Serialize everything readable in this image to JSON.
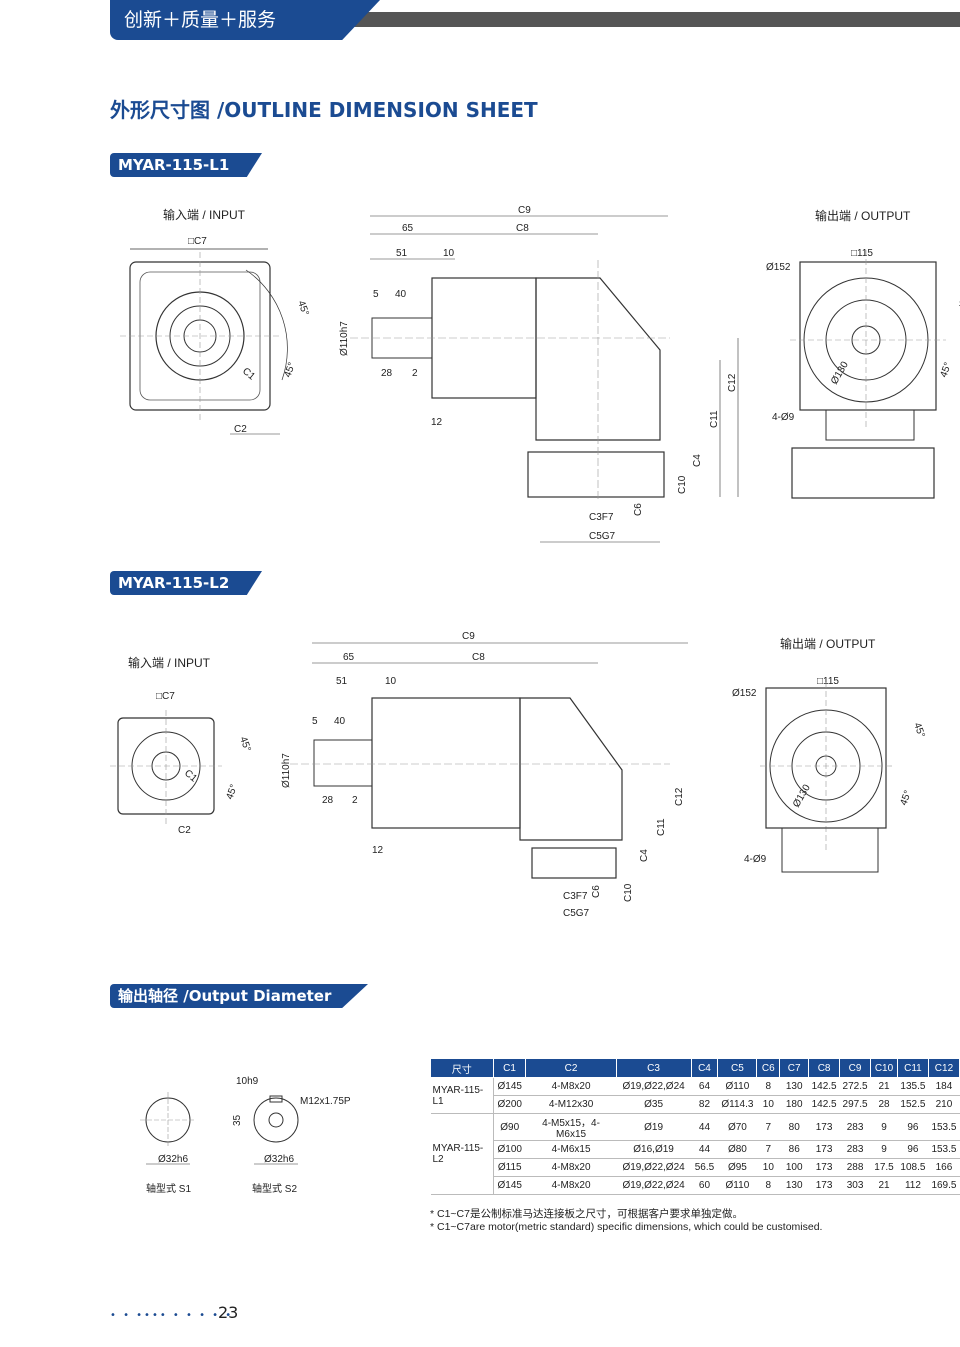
{
  "header": {
    "tagline": "创新＋质量＋服务"
  },
  "page_title": "外形尺寸图 /OUTLINE DIMENSION SHEET",
  "section_l1": {
    "model": "MYAR-115-L1",
    "input_label": "输入端 / INPUT",
    "output_label": "输出端 / OUTPUT",
    "dims": {
      "c7": "□C7",
      "c1": "C1",
      "c2": "C2",
      "a45": "45°",
      "c9": "C9",
      "c8": "C8",
      "d65": "65",
      "d51": "51",
      "d10": "10",
      "d5": "5",
      "d40": "40",
      "d110": "Ø110h7",
      "d28": "28",
      "d2": "2",
      "d12": "12",
      "c12": "C12",
      "c11": "C11",
      "c4": "C4",
      "c10": "C10",
      "c6": "C6",
      "c3": "C3F7",
      "c5": "C5G7",
      "d152": "Ø152",
      "sq115": "□115",
      "d130": "Ø130",
      "h49": "4-Ø9"
    }
  },
  "section_l2": {
    "model": "MYAR-115-L2",
    "input_label": "输入端 / INPUT",
    "output_label": "输出端 / OUTPUT"
  },
  "section_output": {
    "title": "输出轴径 /Output Diameter",
    "s1_label": "轴型式  S1",
    "s2_label": "轴型式  S2",
    "s1_dia": "Ø32h6",
    "s2_dia": "Ø32h6",
    "s2_key": "10h9",
    "s2_height": "35",
    "s2_thread": "M12x1.75P"
  },
  "table": {
    "headers": [
      "尺寸",
      "C1",
      "C2",
      "C3",
      "C4",
      "C5",
      "C6",
      "C7",
      "C8",
      "C9",
      "C10",
      "C11",
      "C12"
    ],
    "groups": [
      {
        "model": "MYAR-115-L1",
        "rows": [
          [
            "Ø145",
            "4-M8x20",
            "Ø19,Ø22,Ø24",
            "64",
            "Ø110",
            "8",
            "130",
            "142.5",
            "272.5",
            "21",
            "135.5",
            "184"
          ],
          [
            "Ø200",
            "4-M12x30",
            "Ø35",
            "82",
            "Ø114.3",
            "10",
            "180",
            "142.5",
            "297.5",
            "28",
            "152.5",
            "210"
          ]
        ]
      },
      {
        "model": "MYAR-115-L2",
        "rows": [
          [
            "Ø90",
            "4-M5x15，4-M6x15",
            "Ø19",
            "44",
            "Ø70",
            "7",
            "80",
            "173",
            "283",
            "9",
            "96",
            "153.5"
          ],
          [
            "Ø100",
            "4-M6x15",
            "Ø16,Ø19",
            "44",
            "Ø80",
            "7",
            "86",
            "173",
            "283",
            "9",
            "96",
            "153.5"
          ],
          [
            "Ø115",
            "4-M8x20",
            "Ø19,Ø22,Ø24",
            "56.5",
            "Ø95",
            "10",
            "100",
            "173",
            "288",
            "17.5",
            "108.5",
            "166"
          ],
          [
            "Ø145",
            "4-M8x20",
            "Ø19,Ø22,Ø24",
            "60",
            "Ø110",
            "8",
            "130",
            "173",
            "303",
            "21",
            "112",
            "169.5"
          ]
        ]
      }
    ]
  },
  "notes": {
    "cn": "* C1~C7是公制标准马达连接板之尺寸，可根据客户要求单独定做。",
    "en": "* C1~C7are motor(metric standard)  specific dimensions, which could be customised."
  },
  "page_number": "23"
}
